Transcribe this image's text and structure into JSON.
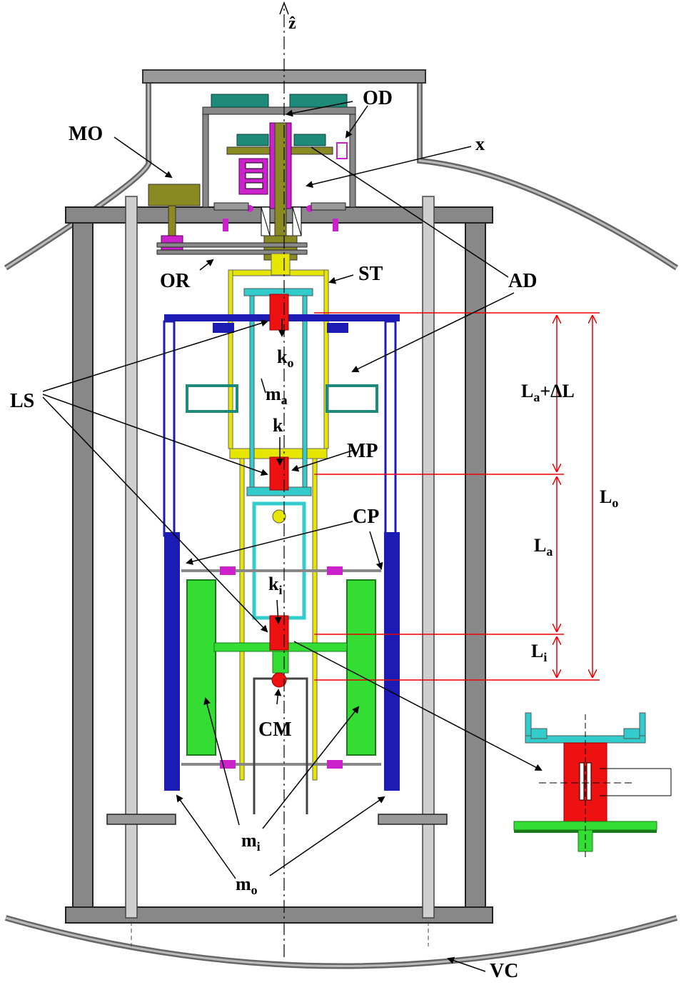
{
  "axis": {
    "label": "ẑ"
  },
  "labels": {
    "OD": "OD",
    "x": "x",
    "MO": "MO",
    "OR": "OR",
    "ST": "ST",
    "AD": "AD",
    "LS": "LS",
    "MP": "MP",
    "CP": "CP",
    "CM": "CM",
    "VC": "VC"
  },
  "springs": {
    "k_o": {
      "base": "k",
      "sub": "o"
    },
    "k": {
      "base": "k"
    },
    "k_i": {
      "base": "k",
      "sub": "i"
    }
  },
  "masses": {
    "m_a": {
      "base": "m",
      "sub": "a"
    },
    "m_i": {
      "base": "m",
      "sub": "i"
    },
    "m_o": {
      "base": "m",
      "sub": "o"
    }
  },
  "dimensions": {
    "La_dL": {
      "base": "L",
      "sub": "a",
      "tail": "+ΔL"
    },
    "La": {
      "base": "L",
      "sub": "a"
    },
    "Li": {
      "base": "L",
      "sub": "i"
    },
    "Lo": {
      "base": "L",
      "sub": "o"
    }
  },
  "colors": {
    "frame": "#777777",
    "dark": "#000000",
    "yellow": "#e6e600",
    "cyan": "#33cccc",
    "blue": "#1c1cb4",
    "green": "#33dd33",
    "red": "#ee1111",
    "magenta": "#cc22cc",
    "olive": "#8a8a22",
    "teal": "#1e8a7a",
    "dimension": "#ee0000"
  }
}
